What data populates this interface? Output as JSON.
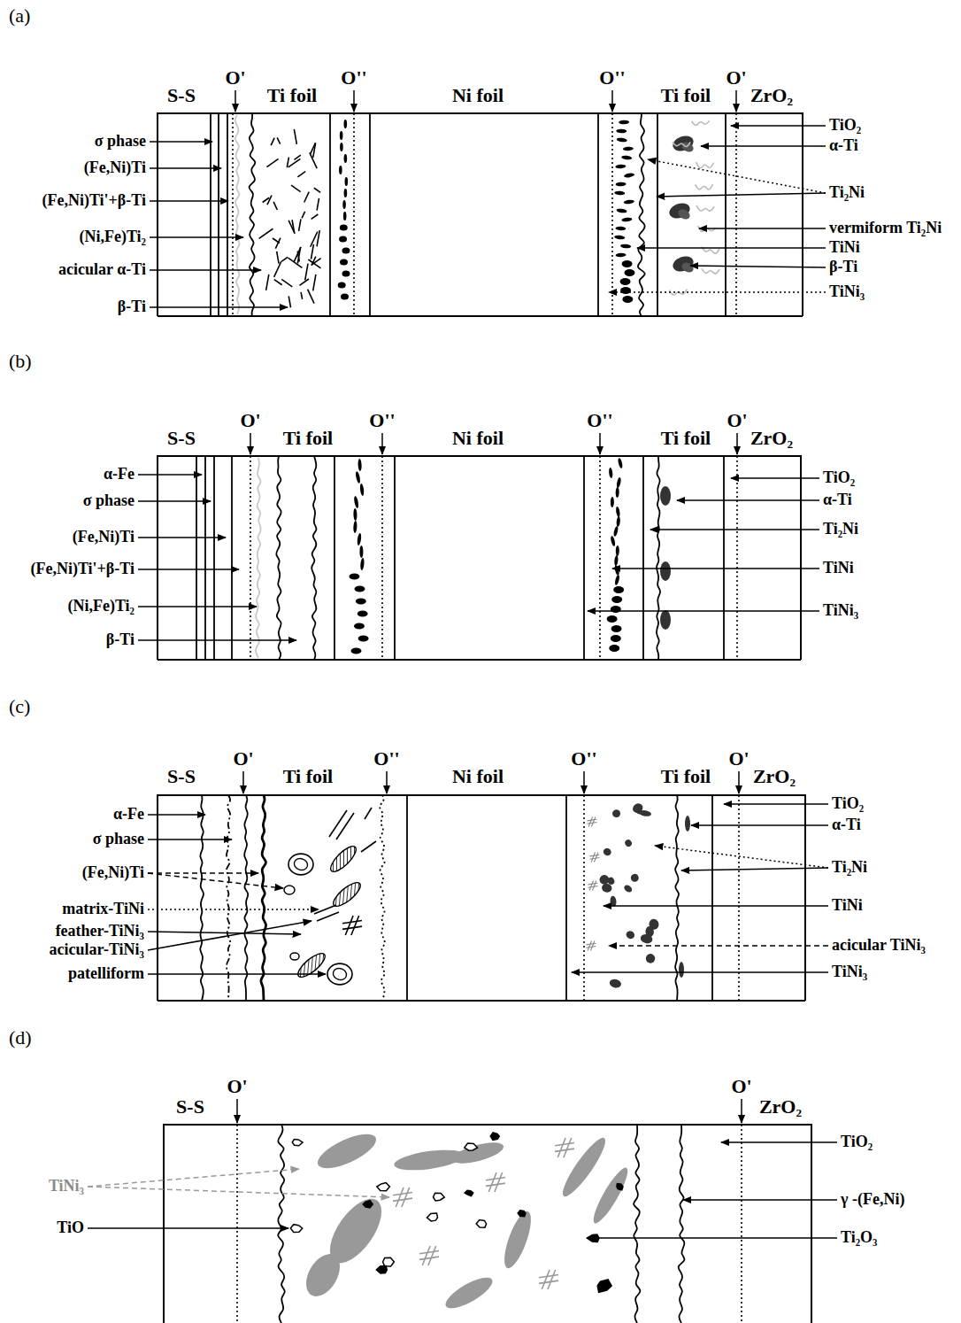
{
  "diagram": {
    "labels": [
      "(a)",
      "S-S",
      "O'",
      "Ti foil",
      "O''",
      "Ni foil",
      "O''",
      "Ti foil",
      "O'",
      "ZrO₂",
      "σ phase",
      "(Fe,Ni)Ti",
      "(Fe,Ni)Ti'+β-Ti",
      "(Ni,Fe)Ti₂",
      "acicular α-Ti",
      "β-Ti",
      "TiO₂",
      "α-Ti",
      "Ti₂Ni",
      "vermiform Ti₂Ni",
      "TiNi",
      "β-Ti",
      "TiNi₃",
      "(b)",
      "S-S",
      "O'",
      "Ti foil",
      "O''",
      "Ni foil",
      "O''",
      "Ti foil",
      "O'",
      "ZrO₂",
      "α-Fe",
      "σ phase",
      "(Fe,Ni)Ti",
      "(Fe,Ni)Ti'+β-Ti",
      "(Ni,Fe)Ti₂",
      "β-Ti",
      "TiO₂",
      "α-Ti",
      "Ti₂Ni",
      "TiNi",
      "TiNi₃",
      "(c)",
      "S-S",
      "O'",
      "Ti foil",
      "O''",
      "Ni foil",
      "O''",
      "Ti foil",
      "O'",
      "ZrO₂",
      "α-Fe",
      "σ phase",
      "(Fe,Ni)Ti",
      "matrix-TiNi",
      "feather-TiNi₃",
      "acicular-TiNi₃",
      "patelliform",
      "TiO₂",
      "α-Ti",
      "Ti₂Ni",
      "TiNi",
      "acicular TiNi₃",
      "TiNi₃",
      "(d)",
      "S-S",
      "O'",
      "O'",
      "ZrO₂",
      "TiNi₃",
      "TiO",
      "TiO₂",
      "γ -(Fe,Ni)",
      "Ti₂O₃"
    ]
  }
}
